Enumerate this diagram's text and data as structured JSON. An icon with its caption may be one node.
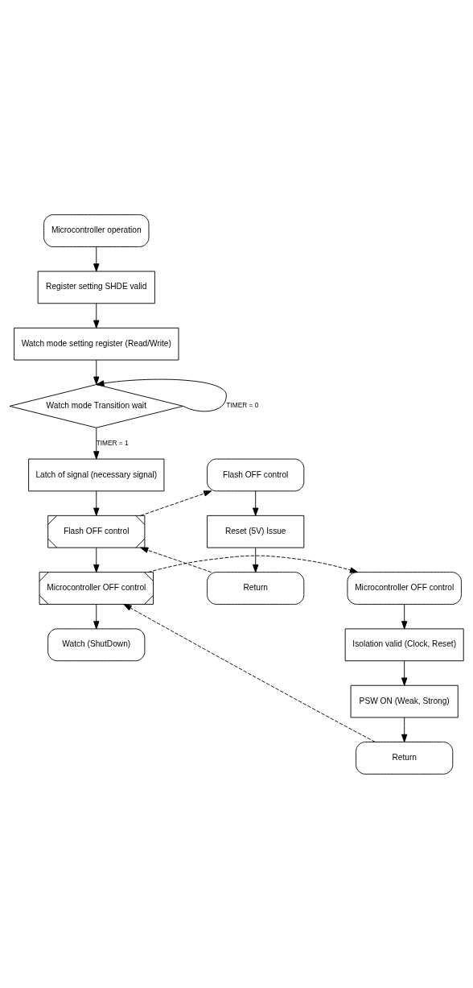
{
  "diagram": {
    "nodes": [
      {
        "text": [
          "Microcontroller operation"
        ]
      },
      {
        "text": [
          "Register setting SHDE valid"
        ]
      },
      {
        "text": [
          "Watch mode setting register (Read/Write)"
        ]
      },
      {
        "text": [
          "Watch mode Transition wait"
        ]
      },
      {
        "text": [
          "Latch of signal (necessary signal)"
        ]
      },
      {
        "text": [
          "Flash OFF control"
        ]
      },
      {
        "text": [
          "Microcontroller OFF control"
        ]
      },
      {
        "text": [
          "Watch (ShutDown)"
        ]
      },
      {
        "text": [
          "Flash OFF control"
        ]
      },
      {
        "text": [
          "Reset (5V) Issue"
        ]
      },
      {
        "text": [
          "Return"
        ]
      },
      {
        "text": [
          "Microcontroller OFF control"
        ]
      },
      {
        "text": [
          "Isolation valid (Clock, Reset)"
        ]
      },
      {
        "text": [
          "PSW ON (Weak, Strong)"
        ]
      },
      {
        "text": [
          "Return"
        ]
      }
    ],
    "edges": [
      {
        "from": 0,
        "to": 1,
        "arrow": "to"
      },
      {
        "from": 1,
        "to": 2,
        "arrow": "to"
      },
      {
        "from": 2,
        "to": 3,
        "arrow": "to"
      },
      {
        "from": 3,
        "to": 3,
        "label": "TIMER = 0",
        "arrow": "to"
      },
      {
        "from": 3,
        "to": 4,
        "label": "TIMER = 1",
        "arrow": "to"
      },
      {
        "from": 4,
        "to": 5,
        "arrow": "to"
      },
      {
        "from": 5,
        "to": 6,
        "arrow": "to"
      },
      {
        "from": 6,
        "to": 7,
        "arrow": "to"
      },
      {
        "from": 5,
        "to": 8,
        "arrow": "to",
        "style": "dashed"
      },
      {
        "from": 8,
        "to": 9,
        "arrow": "to"
      },
      {
        "from": 9,
        "to": 10,
        "arrow": "to"
      },
      {
        "from": 10,
        "to": 5,
        "arrow": "to",
        "style": "dashed"
      },
      {
        "from": 6,
        "to": 11,
        "arrow": "to",
        "style": "dashed"
      },
      {
        "from": 11,
        "to": 12,
        "arrow": "to"
      },
      {
        "from": 12,
        "to": 13,
        "arrow": "to"
      },
      {
        "from": 13,
        "to": 14,
        "arrow": "to"
      },
      {
        "from": 14,
        "to": 6,
        "arrow": "to",
        "style": "dashed"
      }
    ]
  }
}
